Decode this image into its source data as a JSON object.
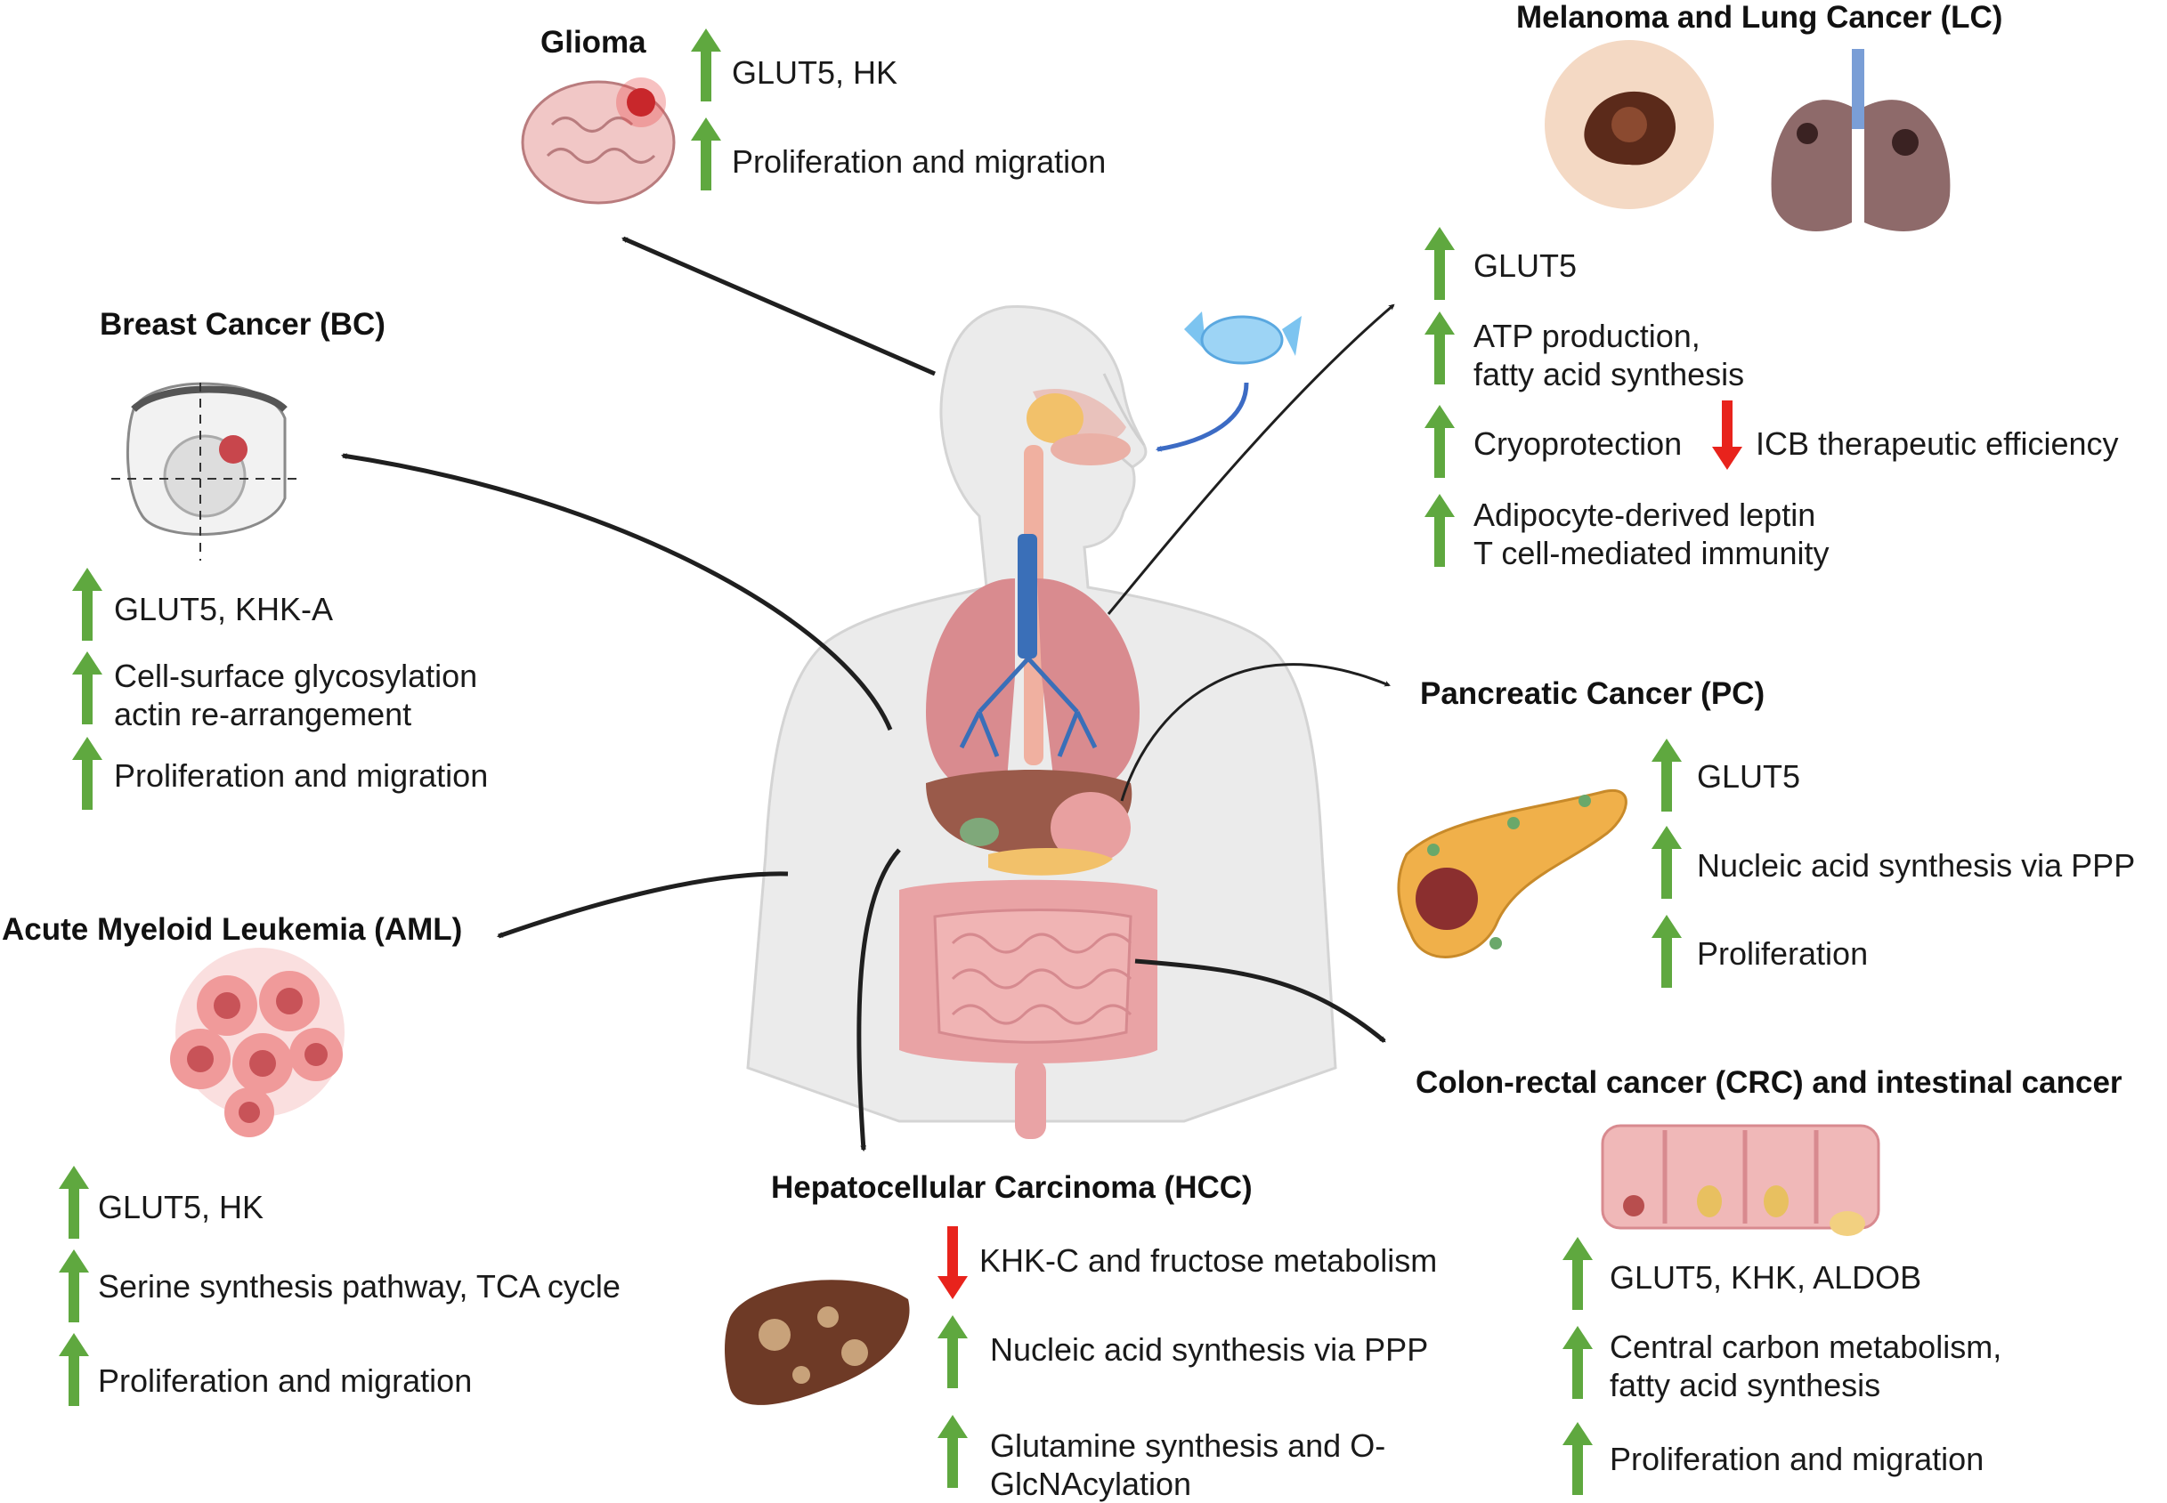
{
  "colors": {
    "up_arrow": "#5fa83f",
    "down_arrow": "#e8231c",
    "connector": "#1f1f1f",
    "body_silhouette": "#ebebeb",
    "sugar_arrow": "#3c6bc4",
    "candy": "#7cc4f0"
  },
  "icons": {
    "up": "green-up-arrow-icon",
    "down": "red-down-arrow-icon",
    "candy": "candy-icon"
  },
  "glioma": {
    "title": "Glioma",
    "items": [
      {
        "dir": "up",
        "lines": [
          "GLUT5, HK"
        ]
      },
      {
        "dir": "up",
        "lines": [
          "Proliferation and migration"
        ]
      }
    ]
  },
  "breast": {
    "title": "Breast Cancer (BC)",
    "items": [
      {
        "dir": "up",
        "lines": [
          "GLUT5, KHK-A"
        ]
      },
      {
        "dir": "up",
        "lines": [
          "Cell-surface glycosylation",
          "actin re-arrangement"
        ]
      },
      {
        "dir": "up",
        "lines": [
          "Proliferation and migration"
        ]
      }
    ]
  },
  "aml": {
    "title": "Acute Myeloid Leukemia (AML)",
    "items": [
      {
        "dir": "up",
        "lines": [
          "GLUT5, HK"
        ]
      },
      {
        "dir": "up",
        "lines": [
          "Serine synthesis pathway, TCA cycle"
        ]
      },
      {
        "dir": "up",
        "lines": [
          "Proliferation and migration"
        ]
      }
    ]
  },
  "hcc": {
    "title": "Hepatocellular Carcinoma (HCC)",
    "items": [
      {
        "dir": "down",
        "lines": [
          "KHK-C and fructose metabolism"
        ]
      },
      {
        "dir": "up",
        "lines": [
          "Nucleic acid synthesis via PPP"
        ]
      },
      {
        "dir": "up",
        "lines": [
          "Glutamine synthesis and O-",
          "GlcNAcylation"
        ]
      }
    ]
  },
  "melanoma": {
    "title": "Melanoma and Lung Cancer (LC)",
    "items": [
      {
        "dir": "up",
        "lines": [
          "GLUT5"
        ]
      },
      {
        "dir": "up",
        "lines": [
          "ATP production,",
          "fatty acid synthesis"
        ]
      },
      {
        "dir": "up",
        "lines": [
          "Cryoprotection"
        ]
      },
      {
        "dir": "down",
        "lines": [
          "ICB therapeutic efficiency"
        ]
      },
      {
        "dir": "up",
        "lines": [
          "Adipocyte-derived leptin",
          "T cell-mediated immunity"
        ]
      }
    ]
  },
  "pancreatic": {
    "title": "Pancreatic Cancer (PC)",
    "items": [
      {
        "dir": "up",
        "lines": [
          "GLUT5"
        ]
      },
      {
        "dir": "up",
        "lines": [
          "Nucleic acid synthesis via PPP"
        ]
      },
      {
        "dir": "up",
        "lines": [
          "Proliferation"
        ]
      }
    ]
  },
  "crc": {
    "title": "Colon-rectal cancer (CRC) and intestinal cancer",
    "items": [
      {
        "dir": "up",
        "lines": [
          "GLUT5, KHK, ALDOB"
        ]
      },
      {
        "dir": "up",
        "lines": [
          "Central carbon metabolism,",
          "fatty acid synthesis"
        ]
      },
      {
        "dir": "up",
        "lines": [
          "Proliferation and migration"
        ]
      }
    ]
  }
}
